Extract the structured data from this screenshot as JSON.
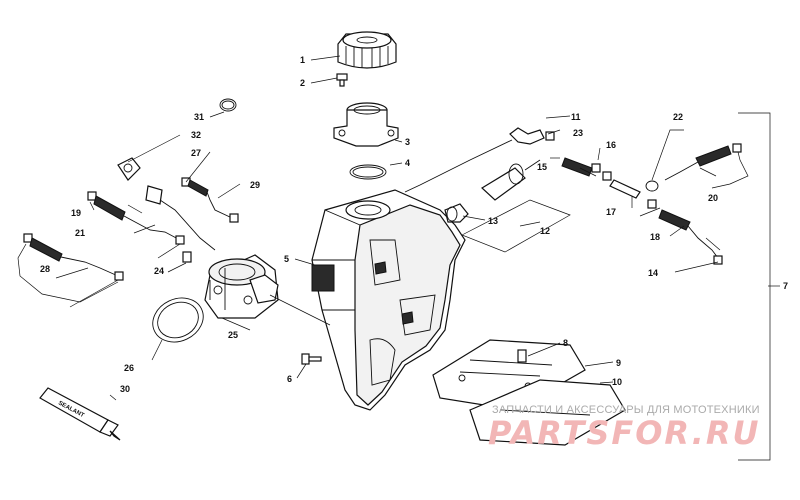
{
  "diagram": {
    "callouts": [
      "1",
      "2",
      "3",
      "4",
      "5",
      "6",
      "7",
      "8",
      "9",
      "10",
      "11",
      "12",
      "13",
      "14",
      "15",
      "16",
      "17",
      "18",
      "19",
      "20",
      "21",
      "22",
      "23",
      "24",
      "25",
      "26",
      "27",
      "28",
      "29",
      "30",
      "31",
      "32"
    ],
    "tube_label": "SEALANT"
  },
  "watermark": {
    "text": "ЗАПЧАСТИ И АКСЕССУАРЫ ДЛЯ МОТОТЕХНИКИ",
    "logo": "PARTSFOR.RU"
  }
}
